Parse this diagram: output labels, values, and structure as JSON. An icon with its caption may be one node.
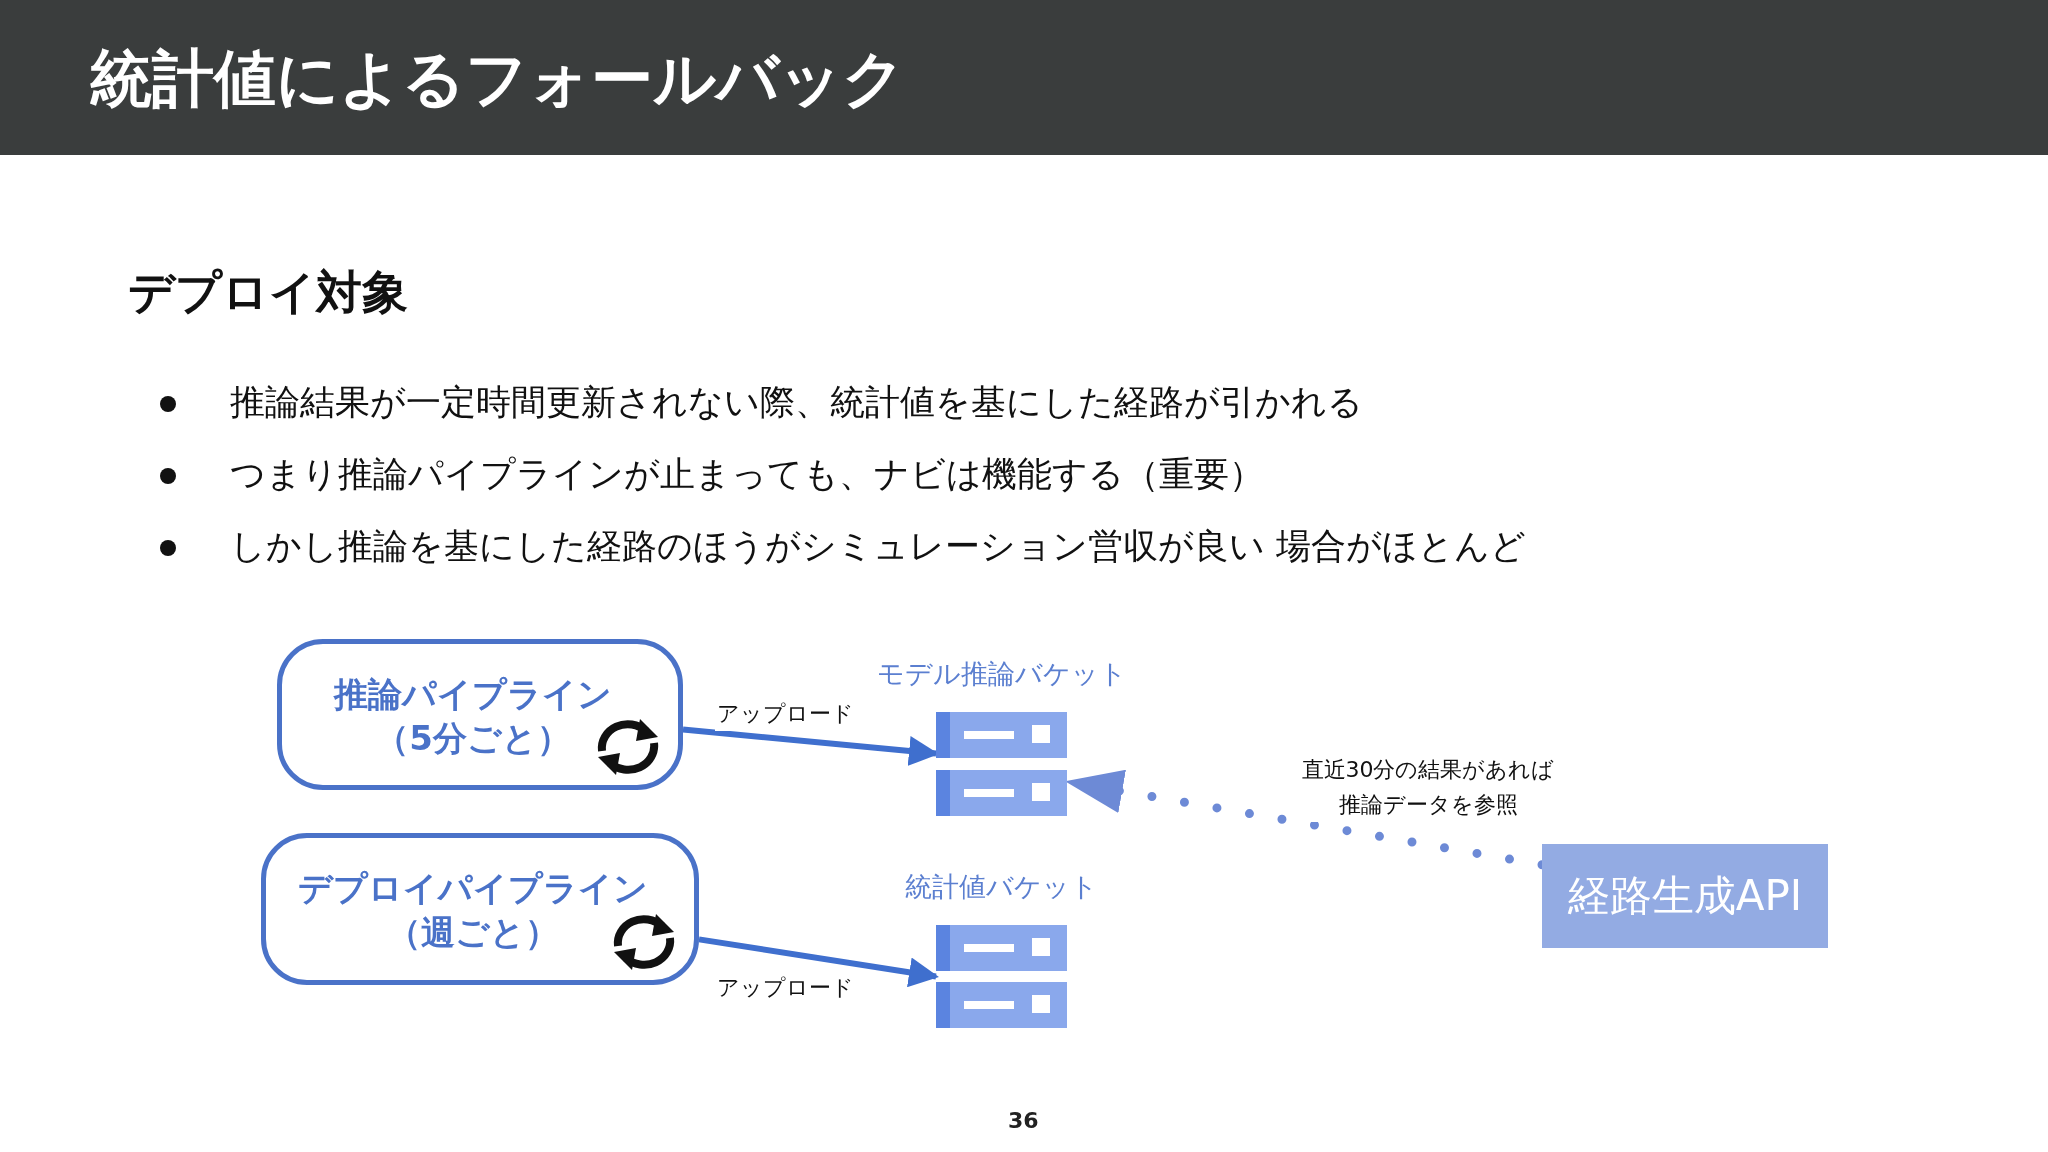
{
  "diagram": {
    "title": "統計値によるフォールバック",
    "nodes": [
      {
        "text": [
          "推論パイプライン（5分ごと）"
        ]
      },
      {
        "text": [
          "デプロイパイプライン（週ごと）"
        ]
      },
      {
        "text": [
          "モデル推論バケット"
        ]
      },
      {
        "text": [
          "統計値バケット"
        ]
      },
      {
        "text": [
          "経路生成API"
        ]
      }
    ],
    "edges": [
      {
        "from": 0,
        "to": 2,
        "arrow": "to",
        "label": "アップロード"
      },
      {
        "from": 1,
        "to": 3,
        "arrow": "to",
        "label": "アップロード"
      },
      {
        "from": 4,
        "to": 2,
        "arrow": "to",
        "style": "dashed",
        "label": "直近30分の結果があれば推論データを参照"
      }
    ],
    "labels": [
      "デプロイ対象",
      "推論結果が一定時間更新されない際、統計値を基にした経路が引かれる",
      "つまり推論パイプラインが止まっても、ナビは機能する（重要）",
      "しかし推論を基にした経路のほうがシミュレーション営収が良い 場合がほとんど",
      "36"
    ]
  }
}
